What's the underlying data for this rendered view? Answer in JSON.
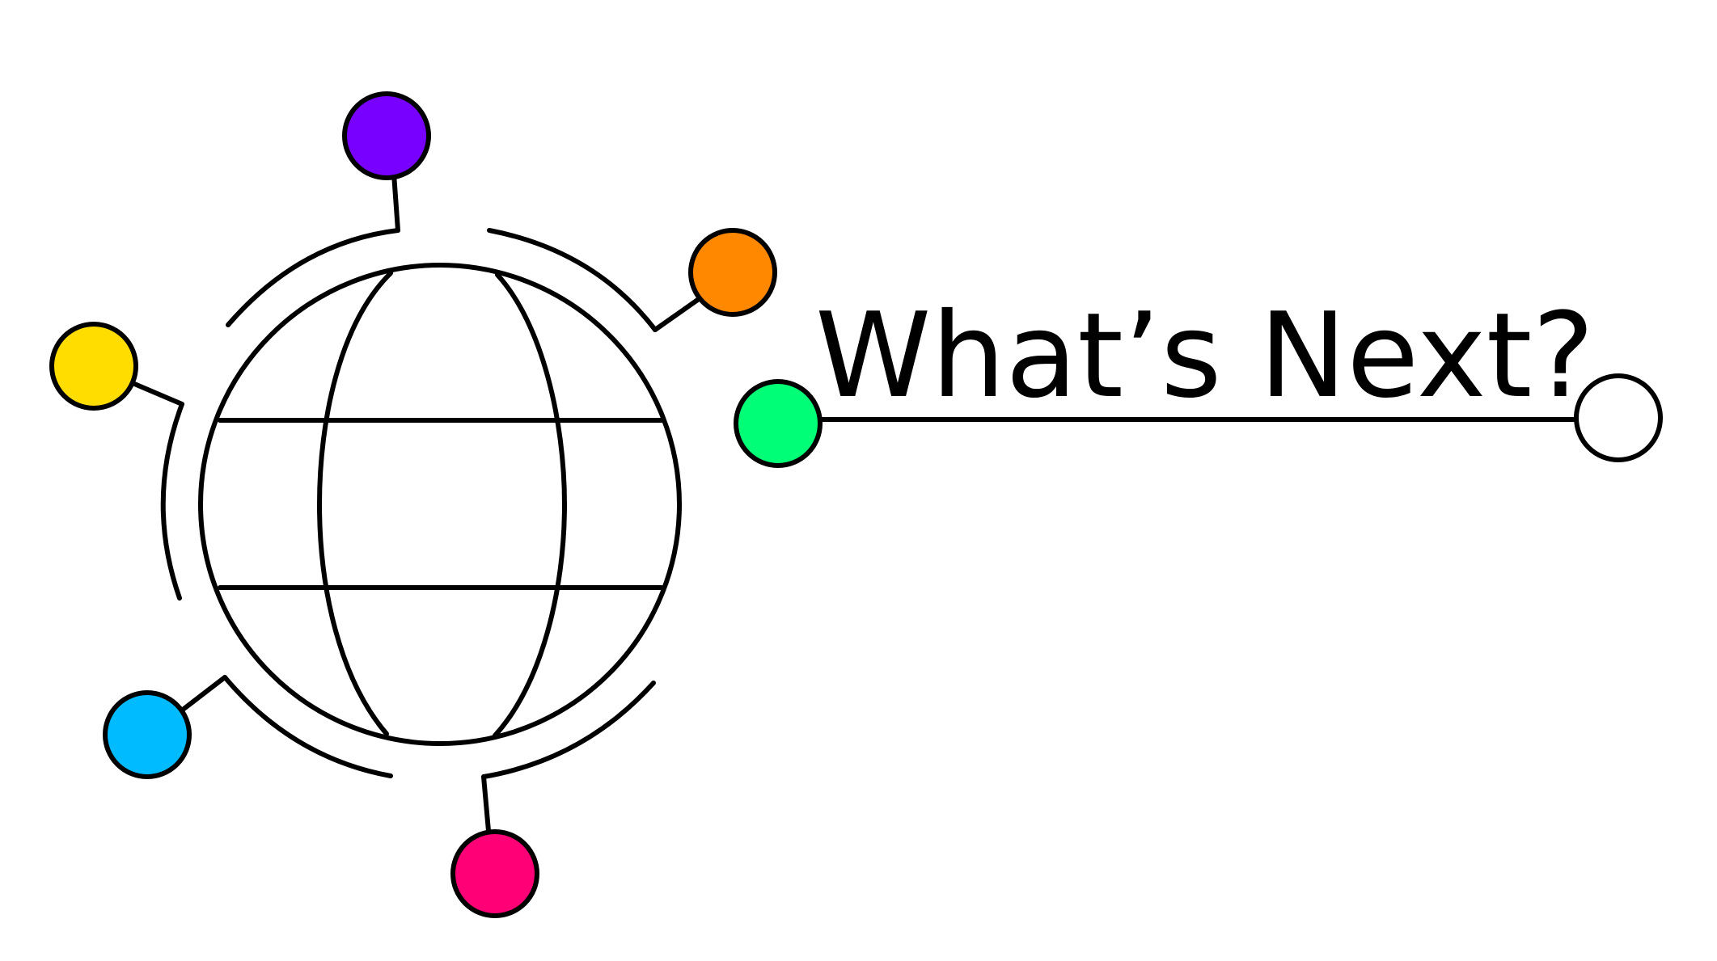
{
  "title": "What’s Next?",
  "globe": {
    "icon": "globe-icon",
    "stroke_color": "#000000"
  },
  "nodes": [
    {
      "name": "purple-node",
      "color": "#7700FF"
    },
    {
      "name": "orange-node",
      "color": "#FF8800"
    },
    {
      "name": "yellow-node",
      "color": "#FFDD00"
    },
    {
      "name": "blue-node",
      "color": "#00BBFF"
    },
    {
      "name": "pink-node",
      "color": "#FF0077"
    },
    {
      "name": "green-node",
      "color": "#00FF77"
    },
    {
      "name": "end-node",
      "color": "#FFFFFF"
    }
  ]
}
